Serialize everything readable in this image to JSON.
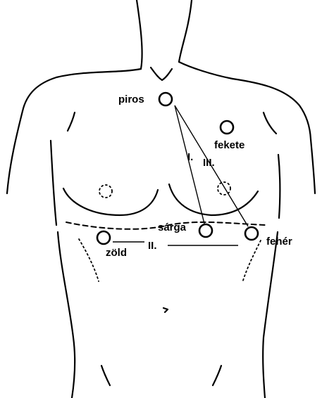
{
  "electrodes": {
    "red": "piros",
    "black": "fekete",
    "yellow": "sárga",
    "white": "fehér",
    "green": "zöld"
  },
  "leads": {
    "lead_1": "I.",
    "lead_2": "II.",
    "lead_3": "III."
  }
}
